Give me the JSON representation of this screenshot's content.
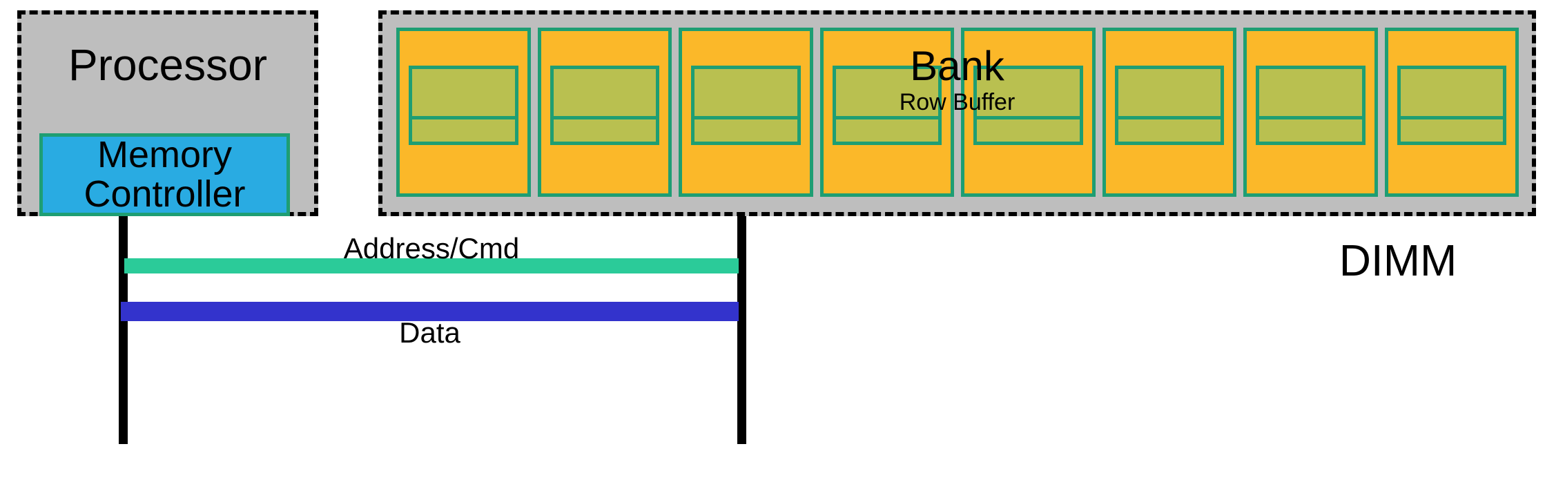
{
  "diagram": {
    "title": "DRAM memory system organization",
    "processor": {
      "label": "Processor",
      "memory_controller": {
        "line1": "Memory",
        "line2": "Controller"
      }
    },
    "dimm": {
      "label": "DIMM",
      "bank_label": "Bank",
      "row_buffer_label": "Row Buffer",
      "bank_count": 8
    },
    "buses": {
      "address_cmd": "Address/Cmd",
      "data": "Data"
    },
    "colors": {
      "chip_fill": "#BEBEBE",
      "chip_border": "#000000",
      "memory_controller_fill": "#29ABE2",
      "accent_green": "#1E9E73",
      "bank_fill": "#FBB829",
      "row_buffer_fill": "rgba(120,200,120,0.50)",
      "address_bus": "#2BCB99",
      "data_bus": "#3333CC"
    }
  }
}
